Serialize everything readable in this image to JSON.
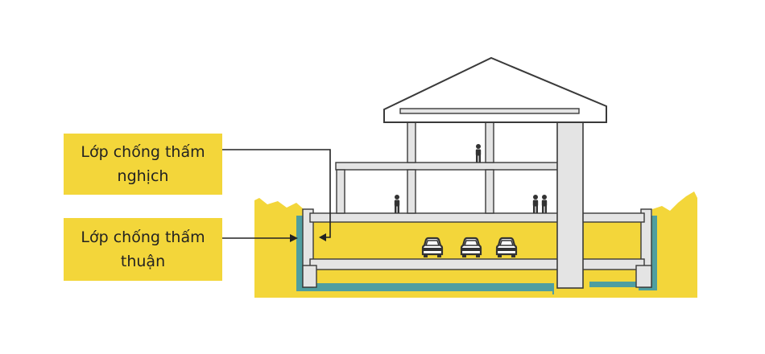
{
  "labels": {
    "negative_side": {
      "line1": "Lớp chống thấm",
      "line2": "nghịch"
    },
    "positive_side": {
      "line1": "Lớp chống thấm",
      "line2": "thuận"
    }
  },
  "colors": {
    "soil": "#f3d63a",
    "waterproofing": "#4f9ea0",
    "structure_fill": "#e4e4e4",
    "outline": "#3a3a3a",
    "label_background": "#f3d63a",
    "arrow": "#222222"
  },
  "icons": {
    "people": "person-icon",
    "cars": "car-icon"
  }
}
